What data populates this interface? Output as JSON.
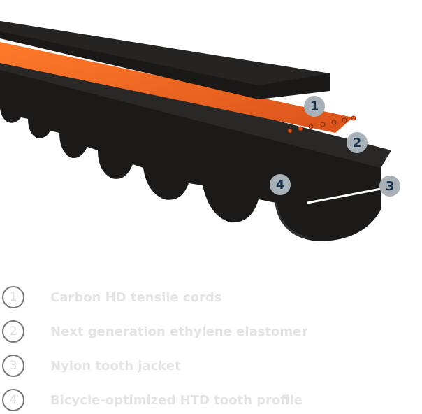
{
  "callouts": [
    "1",
    "2",
    "3",
    "4"
  ],
  "legend": [
    {
      "number": "1",
      "label": "Carbon HD tensile cords"
    },
    {
      "number": "2",
      "label": "Next generation ethylene elastomer"
    },
    {
      "number": "3",
      "label": "Nylon tooth jacket"
    },
    {
      "number": "4",
      "label": "Bicycle-optimized HTD tooth profile"
    }
  ],
  "colors": {
    "cord": "#f06a1e",
    "belt": "#1c1a19",
    "badge": "#a9b1b8",
    "badge_text": "#16304a"
  }
}
